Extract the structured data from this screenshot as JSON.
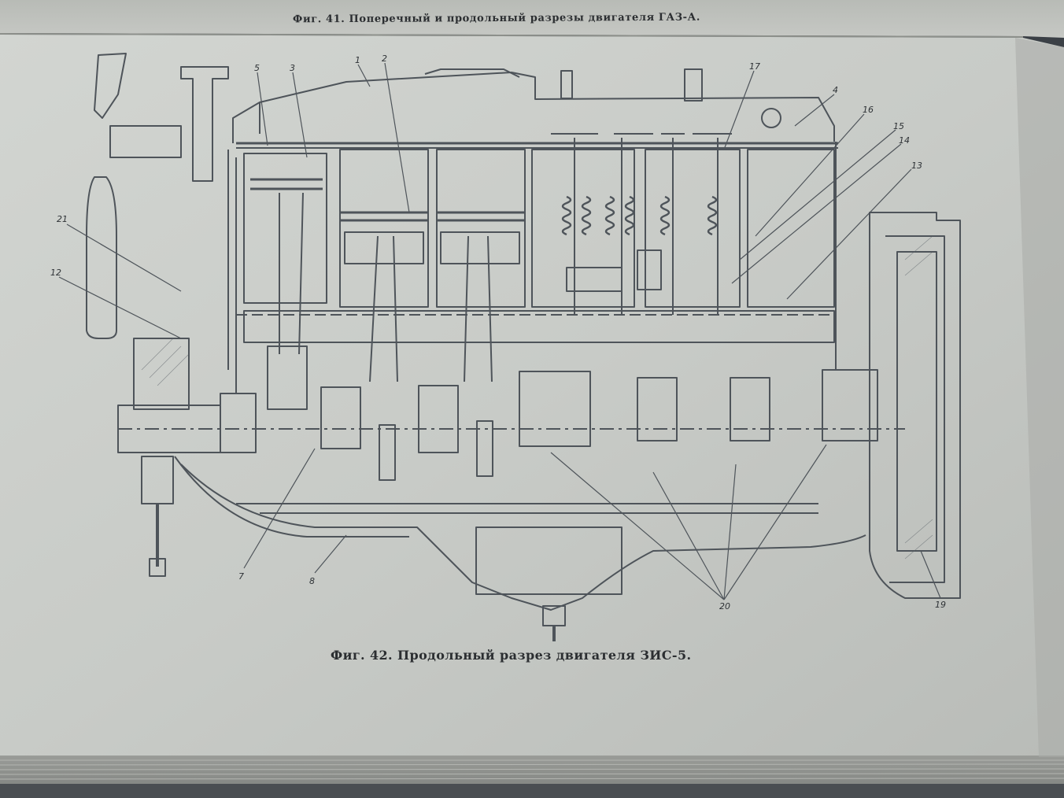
{
  "page": {
    "top_caption": "Фиг. 41. Поперечный и продольный разрезы двигателя ГАЗ-А.",
    "figure_caption": "Фиг. 42. Продольный разрез двигателя ЗИС-5."
  },
  "callouts": [
    "5",
    "3",
    "1",
    "2",
    "17",
    "4",
    "16",
    "15",
    "14",
    "13",
    "21",
    "12",
    "7",
    "8",
    "20",
    "19"
  ],
  "colors": {
    "paper": "#c9ccc8",
    "ink": "#4a5056",
    "background": "#3a3f44"
  }
}
